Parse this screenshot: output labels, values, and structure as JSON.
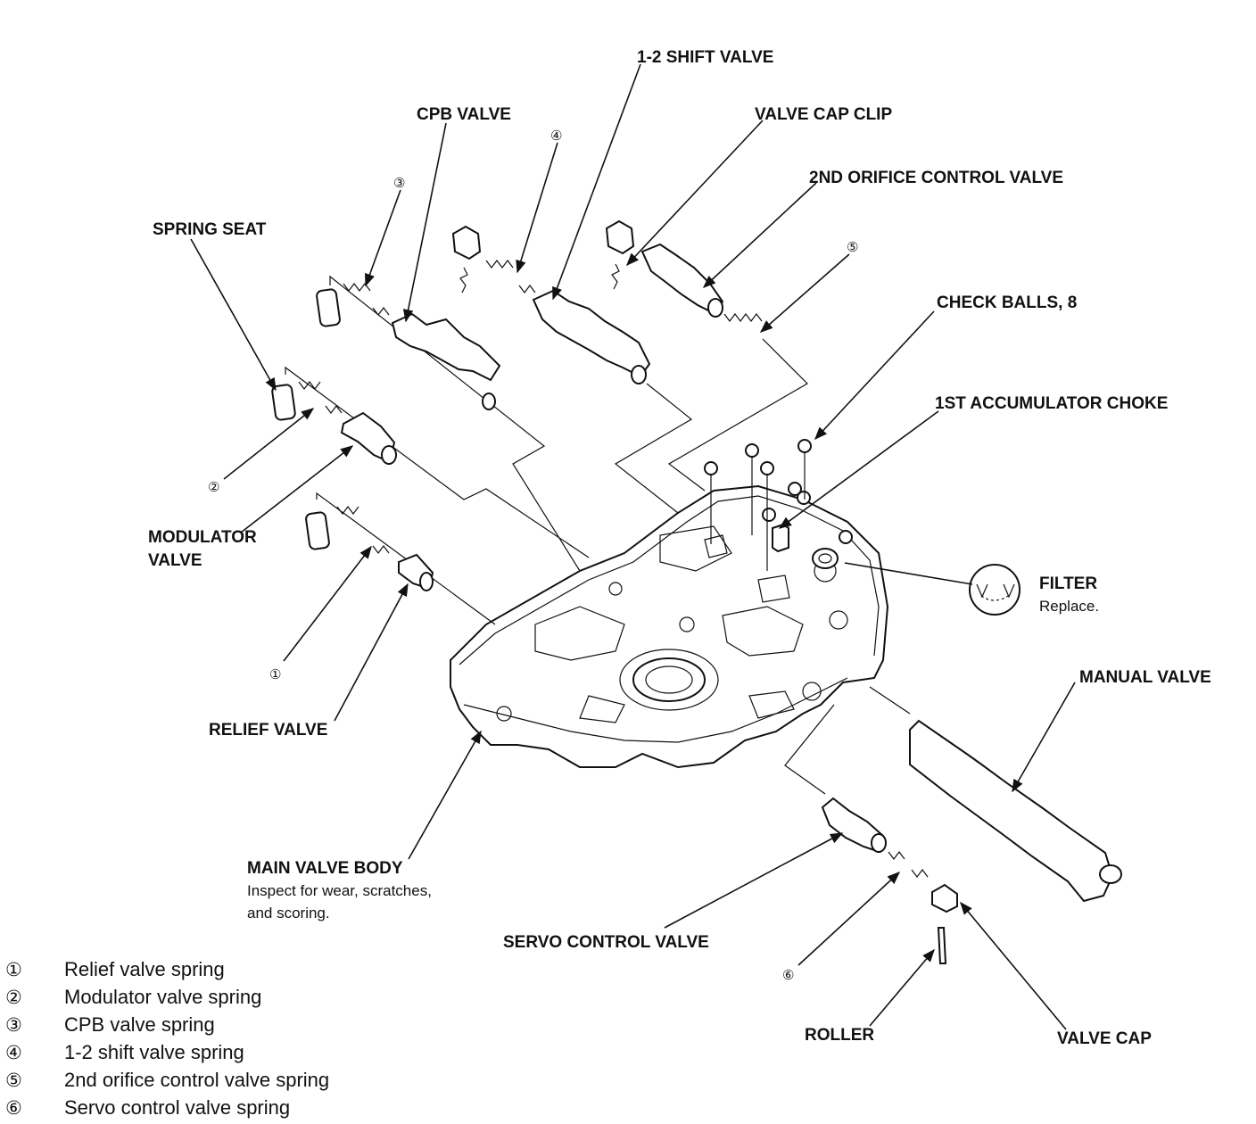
{
  "labels": {
    "shift_valve_12": "1-2 SHIFT VALVE",
    "cpb_valve": "CPB VALVE",
    "valve_cap_clip": "VALVE CAP CLIP",
    "orifice_control_valve": "2ND ORIFICE CONTROL VALVE",
    "spring_seat": "SPRING SEAT",
    "check_balls": "CHECK BALLS, 8",
    "accumulator_choke": "1ST ACCUMULATOR CHOKE",
    "filter": "FILTER",
    "filter_note": "Replace.",
    "modulator_valve_line1": "MODULATOR",
    "modulator_valve_line2": "VALVE",
    "manual_valve": "MANUAL VALVE",
    "relief_valve": "RELIEF VALVE",
    "main_valve_body": "MAIN VALVE BODY",
    "main_valve_body_note1": "Inspect for wear, scratches,",
    "main_valve_body_note2": "and scoring.",
    "servo_control_valve": "SERVO CONTROL VALVE",
    "roller": "ROLLER",
    "valve_cap": "VALVE CAP"
  },
  "callouts": {
    "n1": "①",
    "n2": "②",
    "n3": "③",
    "n4": "④",
    "n5": "⑤",
    "n6": "⑥"
  },
  "legend": [
    {
      "num": "①",
      "text": "Relief valve spring"
    },
    {
      "num": "②",
      "text": "Modulator valve spring"
    },
    {
      "num": "③",
      "text": "CPB valve spring"
    },
    {
      "num": "④",
      "text": "1-2 shift valve spring"
    },
    {
      "num": "⑤",
      "text": "2nd orifice control valve spring"
    },
    {
      "num": "⑥",
      "text": "Servo control valve spring"
    }
  ]
}
